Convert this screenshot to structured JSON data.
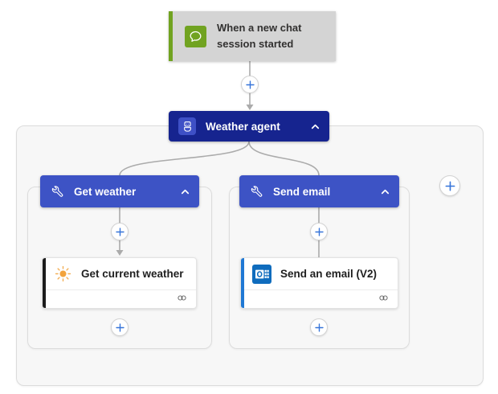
{
  "trigger": {
    "title": "When a new chat session started",
    "icon": "chat-icon"
  },
  "agent": {
    "label": "Weather agent",
    "icon": "robot-icon"
  },
  "tools": [
    {
      "label": "Get weather",
      "icon": "wrench-icon",
      "action": {
        "title": "Get current weather",
        "icon": "sun-icon"
      }
    },
    {
      "label": "Send email",
      "icon": "wrench-icon",
      "action": {
        "title": "Send an email (V2)",
        "icon": "outlook-icon"
      }
    }
  ],
  "colors": {
    "trigger_bg": "#d4d4d4",
    "trigger_accent": "#71a321",
    "agent_bg": "#16248f",
    "agent_icon_bg": "#3e50c6",
    "tool_header_bg": "#3d53c5",
    "action_accent_weather": "#1b1b1b",
    "action_accent_email": "#1f78d4",
    "outlook_icon": "#0f6cbd",
    "sun_icon": "#f2a33c",
    "plus_icon": "#3674d9",
    "connector_line": "#ababab",
    "scope_bg": "#f7f7f7",
    "scope_border": "#dcdcdc"
  }
}
